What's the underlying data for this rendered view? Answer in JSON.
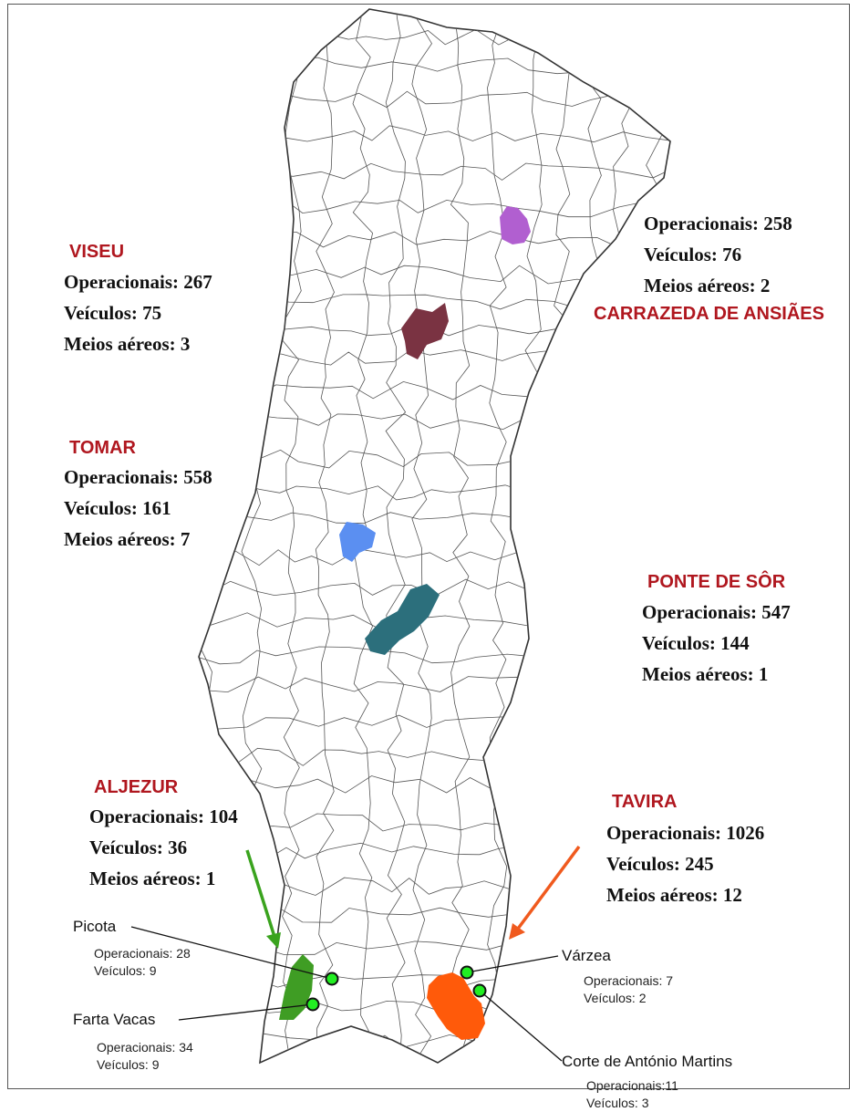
{
  "colors": {
    "title_red": "#b0171f",
    "carrazeda": "#b15fd0",
    "viseu": "#7a3342",
    "tomar": "#5b8ff1",
    "ponte_de_sor": "#2c6f7c",
    "aljezur": "#3f9d24",
    "tavira": "#ff5a0a",
    "point": "#22ee22",
    "arrow_green": "#3aa31e",
    "arrow_orange": "#f05a1e"
  },
  "regions": {
    "viseu": {
      "title": "VISEU",
      "stats": [
        "Operacionais: 267",
        "Veículos: 75",
        "Meios aéreos: 3"
      ]
    },
    "carrazeda": {
      "title": "CARRAZEDA DE ANSIÃES",
      "stats": [
        "Operacionais: 258",
        "Veículos: 76",
        "Meios aéreos: 2"
      ]
    },
    "tomar": {
      "title": "TOMAR",
      "stats": [
        "Operacionais: 558",
        "Veículos: 161",
        "Meios aéreos: 7"
      ]
    },
    "ponte_de_sor": {
      "title": "PONTE DE SÔR",
      "stats": [
        "Operacionais: 547",
        "Veículos: 144",
        "Meios aéreos: 1"
      ]
    },
    "aljezur": {
      "title": "ALJEZUR",
      "stats": [
        "Operacionais: 104",
        "Veículos: 36",
        "Meios aéreos: 1"
      ]
    },
    "tavira": {
      "title": "TAVIRA",
      "stats": [
        "Operacionais: 1026",
        "Veículos: 245",
        "Meios aéreos: 12"
      ]
    }
  },
  "points": {
    "picota": {
      "name": "Picota",
      "lines": [
        "Operacionais: 28",
        "Veículos: 9"
      ]
    },
    "farta_vacas": {
      "name": "Farta Vacas",
      "lines": [
        "Operacionais: 34",
        "Veículos: 9"
      ]
    },
    "varzea": {
      "name": "Várzea",
      "lines": [
        "Operacionais: 7",
        "Veículos: 2"
      ]
    },
    "corte": {
      "name": "Corte de António Martins",
      "lines": [
        "Operacionais:11",
        "Veículos: 3"
      ]
    }
  }
}
